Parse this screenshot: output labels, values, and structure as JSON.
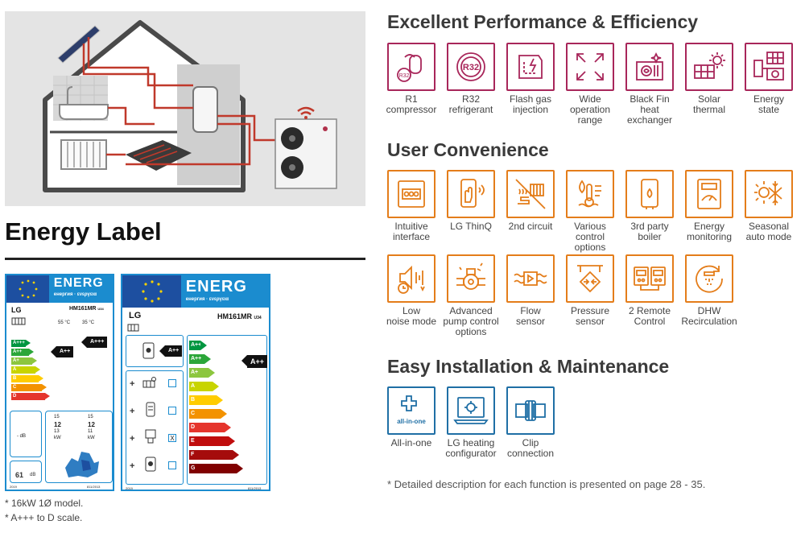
{
  "energy_label": {
    "title": "Energy Label",
    "card1": {
      "energ": "ENERG",
      "sub": "енергия · ενεργεια",
      "brand": "LG",
      "model": "HM161MR",
      "model_suffix": "U34",
      "temp_low": "55 °C",
      "temp_high": "35 °C",
      "scale": [
        "A+++",
        "A++",
        "A+",
        "A",
        "B",
        "C",
        "D"
      ],
      "rating_left": "A++",
      "rating_right": "A+++",
      "kw_values_left": [
        "15",
        "12",
        "13"
      ],
      "kw_values_right": [
        "15",
        "12",
        "11"
      ],
      "kw_unit": "kW",
      "db_indoor": "-  dB",
      "db_outdoor": "61",
      "db_unit": "dB",
      "year": "2019",
      "regulation": "811/2013"
    },
    "card2": {
      "energ": "ENERG",
      "sub": "енергия · ενεργεια",
      "brand": "LG",
      "model": "HM161MR",
      "model_suffix": "U34",
      "left_rating": "A++",
      "scale": [
        "A+++",
        "A++",
        "A+",
        "A",
        "B",
        "C",
        "D",
        "E",
        "F",
        "G"
      ],
      "rating": "A++",
      "plus_signs": [
        "+",
        "+",
        "+",
        "+"
      ],
      "check_mark": "X",
      "year": "2019",
      "regulation": "811/2013"
    },
    "notes": [
      "* 16kW 1Ø model.",
      "* A+++ to D scale."
    ]
  },
  "sections": {
    "performance": {
      "title": "Excellent Performance & Efficiency",
      "items": [
        {
          "label": "R1\ncompressor",
          "icon": "r1-compressor-icon"
        },
        {
          "label": "R32\nrefrigerant",
          "icon": "r32-refrigerant-icon",
          "badge": "R32"
        },
        {
          "label": "Flash gas\ninjection",
          "icon": "flash-gas-icon"
        },
        {
          "label": "Wide\noperation\nrange",
          "icon": "wide-range-icon"
        },
        {
          "label": "Black Fin\nheat\nexchanger",
          "icon": "black-fin-icon"
        },
        {
          "label": "Solar\nthermal",
          "icon": "solar-thermal-icon"
        },
        {
          "label": "Energy\nstate",
          "icon": "energy-state-icon"
        }
      ]
    },
    "convenience": {
      "title": "User Convenience",
      "items": [
        {
          "label": "Intuitive\ninterface",
          "icon": "interface-icon"
        },
        {
          "label": "LG ThinQ",
          "icon": "thinq-icon"
        },
        {
          "label": "2nd circuit",
          "icon": "second-circuit-icon"
        },
        {
          "label": "Various\ncontrol options",
          "icon": "control-options-icon"
        },
        {
          "label": "3rd party\nboiler",
          "icon": "boiler-icon"
        },
        {
          "label": "Energy\nmonitoring",
          "icon": "monitoring-icon"
        },
        {
          "label": "Seasonal\nauto mode",
          "icon": "seasonal-icon"
        },
        {
          "label": "Low\nnoise mode",
          "icon": "low-noise-icon"
        },
        {
          "label": "Advanced\npump control\noptions",
          "icon": "pump-control-icon"
        },
        {
          "label": "Flow\nsensor",
          "icon": "flow-sensor-icon"
        },
        {
          "label": "Pressure\nsensor",
          "icon": "pressure-sensor-icon"
        },
        {
          "label": "2 Remote\nControl",
          "icon": "remote-control-icon"
        },
        {
          "label": "DHW\nRecirculation",
          "icon": "dhw-icon"
        }
      ]
    },
    "installation": {
      "title": "Easy Installation & Maintenance",
      "items": [
        {
          "label": "All-in-one",
          "icon": "all-in-one-icon",
          "badge": "all-in-one"
        },
        {
          "label": "LG heating\nconfigurator",
          "icon": "configurator-icon"
        },
        {
          "label": "Clip\nconnection",
          "icon": "clip-icon"
        }
      ]
    },
    "footnote": "* Detailed description for each function is presented on page 28 - 35."
  },
  "colors": {
    "performance": "#a8265a",
    "convenience": "#e47d1a",
    "installation": "#1f6fa5",
    "label_blue": "#1b8ccf",
    "label_dark": "#1d4fa0"
  }
}
